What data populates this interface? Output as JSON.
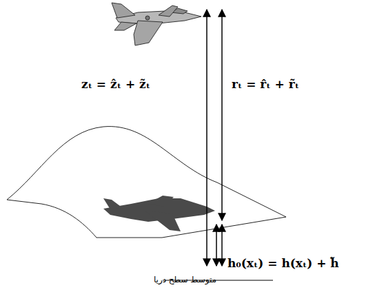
{
  "diagram": {
    "labels": [
      "zₜ = ẑₜ + z̃ₜ",
      "rₜ = r̂ₜ + r̃ₜ",
      "h₀(xₜ) = h(xₜ) + h̃",
      "متوسط سطح دریا"
    ]
  }
}
